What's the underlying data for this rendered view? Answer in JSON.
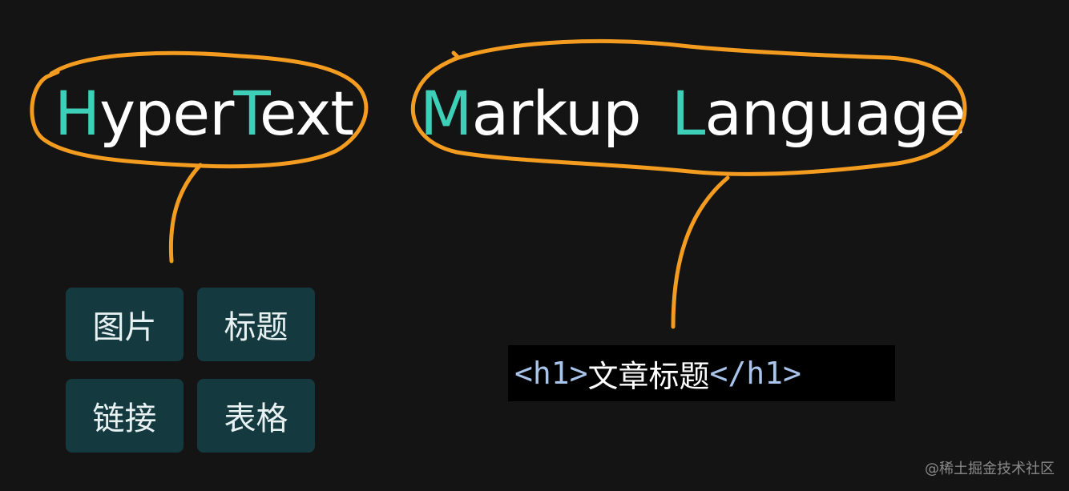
{
  "acronym": {
    "hypertext": {
      "initial_h": "H",
      "part_yper": "yper",
      "initial_t": "T",
      "part_ext": "ext"
    },
    "markup": {
      "initial_m": "M",
      "part_rest": "arkup"
    },
    "language": {
      "initial_l": "L",
      "part_rest": "anguage"
    }
  },
  "hypertext_items": [
    "图片",
    "标题",
    "链接",
    "表格"
  ],
  "markup_example": {
    "open_tag": "<h1>",
    "content": "文章标题",
    "close_tag": "</h1>"
  },
  "watermark": "@稀土掘金技术社区",
  "colors": {
    "accent": "#3ecfb8",
    "annotation": "#f39c1f",
    "tile_bg": "#143a40",
    "code_tag": "#a9c4ea",
    "background": "#141414"
  }
}
